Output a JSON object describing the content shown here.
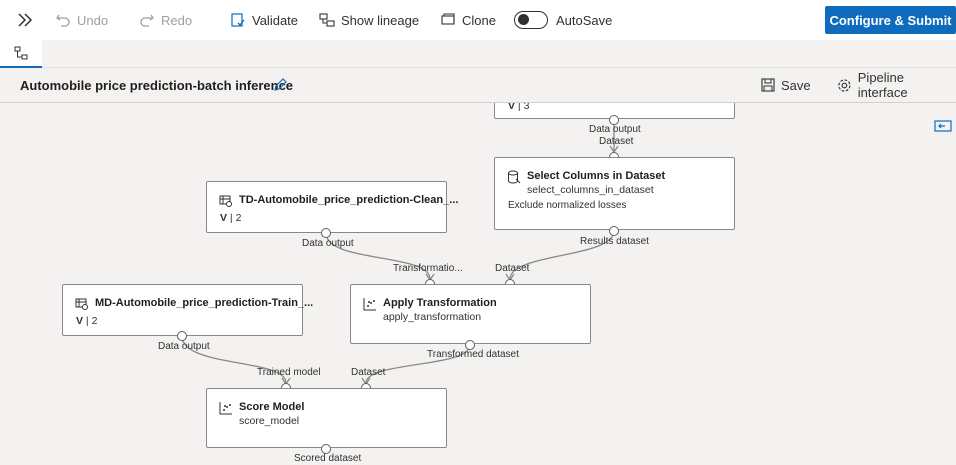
{
  "toolbar": {
    "undo": "Undo",
    "redo": "Redo",
    "validate": "Validate",
    "lineage": "Show lineage",
    "clone": "Clone",
    "autosave": "AutoSave",
    "submit": "Configure & Submit"
  },
  "title_bar": {
    "title": "Automobile price prediction-batch inference",
    "save": "Save",
    "pipeline_interface": "Pipeline interface"
  },
  "nodes": {
    "top_partial": {
      "version_num": "3",
      "out_label": "Data output",
      "out_sub": "Dataset"
    },
    "select_columns": {
      "title": "Select Columns in Dataset",
      "sub": "select_columns_in_dataset",
      "desc": "Exclude normalized losses",
      "out_label": "Results dataset"
    },
    "td_clean": {
      "title": "TD-Automobile_price_prediction-Clean_...",
      "version_v": "V",
      "version_num": "2",
      "out_label": "Data output"
    },
    "apply_transformation": {
      "title": "Apply Transformation",
      "sub": "apply_transformation",
      "in1": "Transformatio...",
      "in2": "Dataset",
      "out_label": "Transformed dataset"
    },
    "md_train": {
      "title": "MD-Automobile_price_prediction-Train_...",
      "version_v": "V",
      "version_num": "2",
      "out_label": "Data output"
    },
    "score_model": {
      "title": "Score Model",
      "sub": "score_model",
      "in1": "Trained model",
      "in2": "Dataset",
      "out_label": "Scored dataset"
    }
  },
  "colors": {
    "accent": "#0f6cbd",
    "edge": "#8a8886"
  }
}
